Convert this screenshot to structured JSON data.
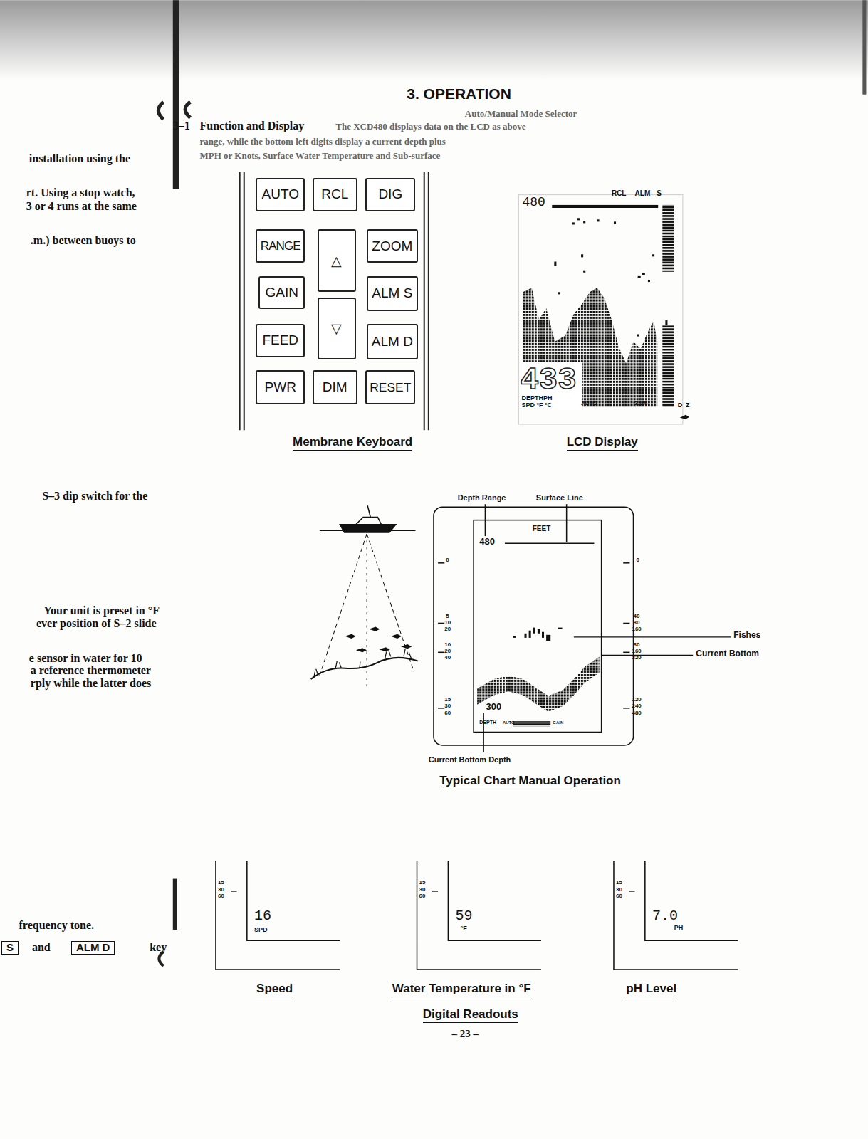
{
  "diagram": {
    "title": "3. OPERATION",
    "nodes": [
      {
        "text": [
          "AUTO"
        ]
      },
      {
        "text": [
          "RCL"
        ]
      },
      {
        "text": [
          "DIG"
        ]
      },
      {
        "text": [
          "RANGE"
        ]
      },
      {
        "text": [
          "△"
        ]
      },
      {
        "text": [
          "ZOOM"
        ]
      },
      {
        "text": [
          "GAIN"
        ]
      },
      {
        "text": [
          "ALM S"
        ]
      },
      {
        "text": [
          "FEED"
        ]
      },
      {
        "text": [
          "▽"
        ]
      },
      {
        "text": [
          "ALM D"
        ]
      },
      {
        "text": [
          "PWR"
        ]
      },
      {
        "text": [
          "DIM"
        ]
      },
      {
        "text": [
          "RESET"
        ]
      }
    ],
    "labels": [
      "3–1",
      "Function and Display",
      "Auto/Manual Mode Selector",
      "The XCD480 displays data on the LCD as above",
      "range, while the bottom left digits display a current depth plus",
      "MPH or Knots, Surface Water Temperature and Sub-surface",
      "RCL",
      "ALM",
      "S",
      "480",
      "433",
      "DEPTHPH",
      "SPD °F °C",
      "AUTO",
      "GAIN",
      "D",
      "Z",
      "Membrane Keyboard",
      "LCD Display",
      "Depth Range",
      "Surface Line",
      "FEET",
      "480",
      "0",
      "5",
      "10",
      "20",
      "10",
      "20",
      "40",
      "15",
      "30",
      "60",
      "0",
      "40",
      "80",
      "160",
      "80",
      "160",
      "320",
      "120",
      "240",
      "480",
      "Fishes",
      "Current Bottom",
      "300",
      "DEPTH",
      "AUTO",
      "GAIN",
      "Current Bottom Depth",
      "Typical Chart Manual Operation",
      "15",
      "30",
      "60",
      "16",
      "SPD",
      "15",
      "30",
      "60",
      "59",
      "°F",
      "15",
      "30",
      "60",
      "7.0",
      "PH",
      "Speed",
      "Water Temperature in °F",
      "pH Level",
      "Digital Readouts",
      "– 23 –",
      "installation using the",
      "rt. Using a stop watch,",
      "3 or 4 runs at the same",
      ".m.) between buoys to",
      "S–3 dip switch for the",
      "Your unit is preset in °F",
      "ever position of S–2 slide",
      "e sensor in water for 10",
      "a reference thermometer",
      "rply while the latter does",
      "frequency tone.",
      "S",
      "and",
      "ALM D",
      "key"
    ]
  }
}
